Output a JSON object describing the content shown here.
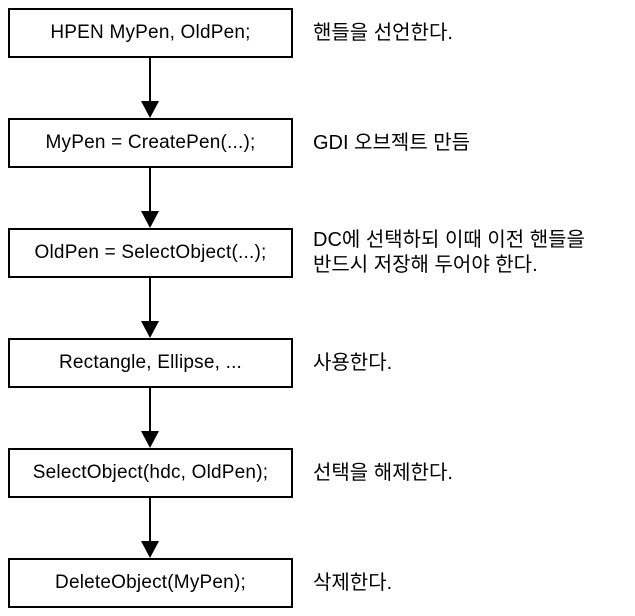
{
  "canvas": {
    "background_color": "#ffffff",
    "line_color": "#000000",
    "text_color": "#000000"
  },
  "flow": {
    "direction": "top-down",
    "steps": [
      {
        "code": "HPEN MyPen, OldPen;",
        "label": "핸들을 선언한다."
      },
      {
        "code": "MyPen = CreatePen(...);",
        "label": "GDI 오브젝트 만듬"
      },
      {
        "code": "OldPen = SelectObject(...);",
        "label": "DC에 선택하되 이때 이전 핸들을\n반드시 저장해 두어야 한다."
      },
      {
        "code": "Rectangle, Ellipse, ...",
        "label": "사용한다."
      },
      {
        "code": "SelectObject(hdc, OldPen);",
        "label": "선택을 해제한다."
      },
      {
        "code": "DeleteObject(MyPen);",
        "label": "삭제한다."
      }
    ]
  }
}
